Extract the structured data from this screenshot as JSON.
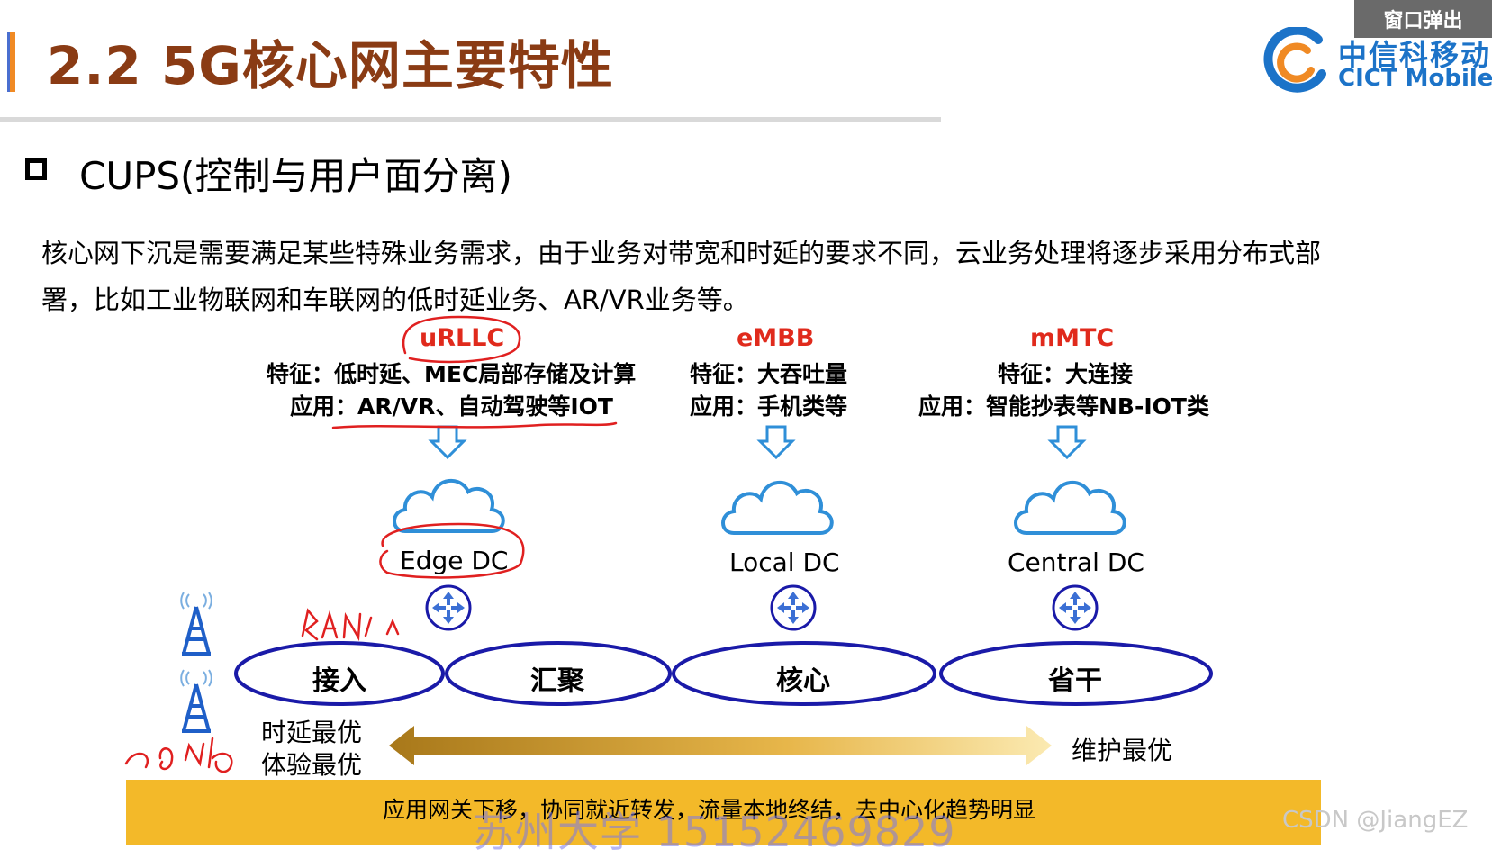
{
  "header": {
    "title": "2.2 5G核心网主要特性",
    "popup_button": "窗口弹出",
    "logo_cn": "中信科移动",
    "logo_en": "CICT Mobile"
  },
  "section": {
    "bullet": "CUPS(控制与用户面分离)",
    "paragraph": "核心网下沉是需要满足某些特殊业务需求，由于业务对带宽和时延的要求不同，云业务处理将逐步采用分布式部署，比如工业物联网和车联网的低时延业务、AR/VR业务等。"
  },
  "features": [
    {
      "name": "uRLLC",
      "trait": "特征：低时延、MEC局部存储及计算",
      "application": "应用：AR/VR、自动驾驶等IOT",
      "dc": "Edge DC"
    },
    {
      "name": "eMBB",
      "trait": "特征：大吞吐量",
      "application": "应用：手机类等",
      "dc": "Local DC"
    },
    {
      "name": "mMTC",
      "trait": "特征：大连接",
      "application": "应用：智能抄表等NB-IOT类",
      "dc": "Central DC"
    }
  ],
  "network_levels": [
    "接入",
    "汇聚",
    "核心",
    "省干"
  ],
  "left_labels": [
    "时延最优",
    "体验最优"
  ],
  "right_label": "维护最优",
  "ribbon_text": "应用网关下移，协同就近转发，流量本地终结，去中心化趋势明显",
  "handwriting": [
    "RAN",
    "gNB"
  ],
  "watermark": "苏州大学 15152469829",
  "csdn": "CSDN @JiangEZ",
  "colors": {
    "title": "#8a3b14",
    "feature_name": "#e02a1c",
    "ellipse_stroke": "#1a1aa8",
    "cloud_stroke": "#2f8fd8",
    "ribbon": "#f3b929",
    "handwriting": "#e02020"
  }
}
